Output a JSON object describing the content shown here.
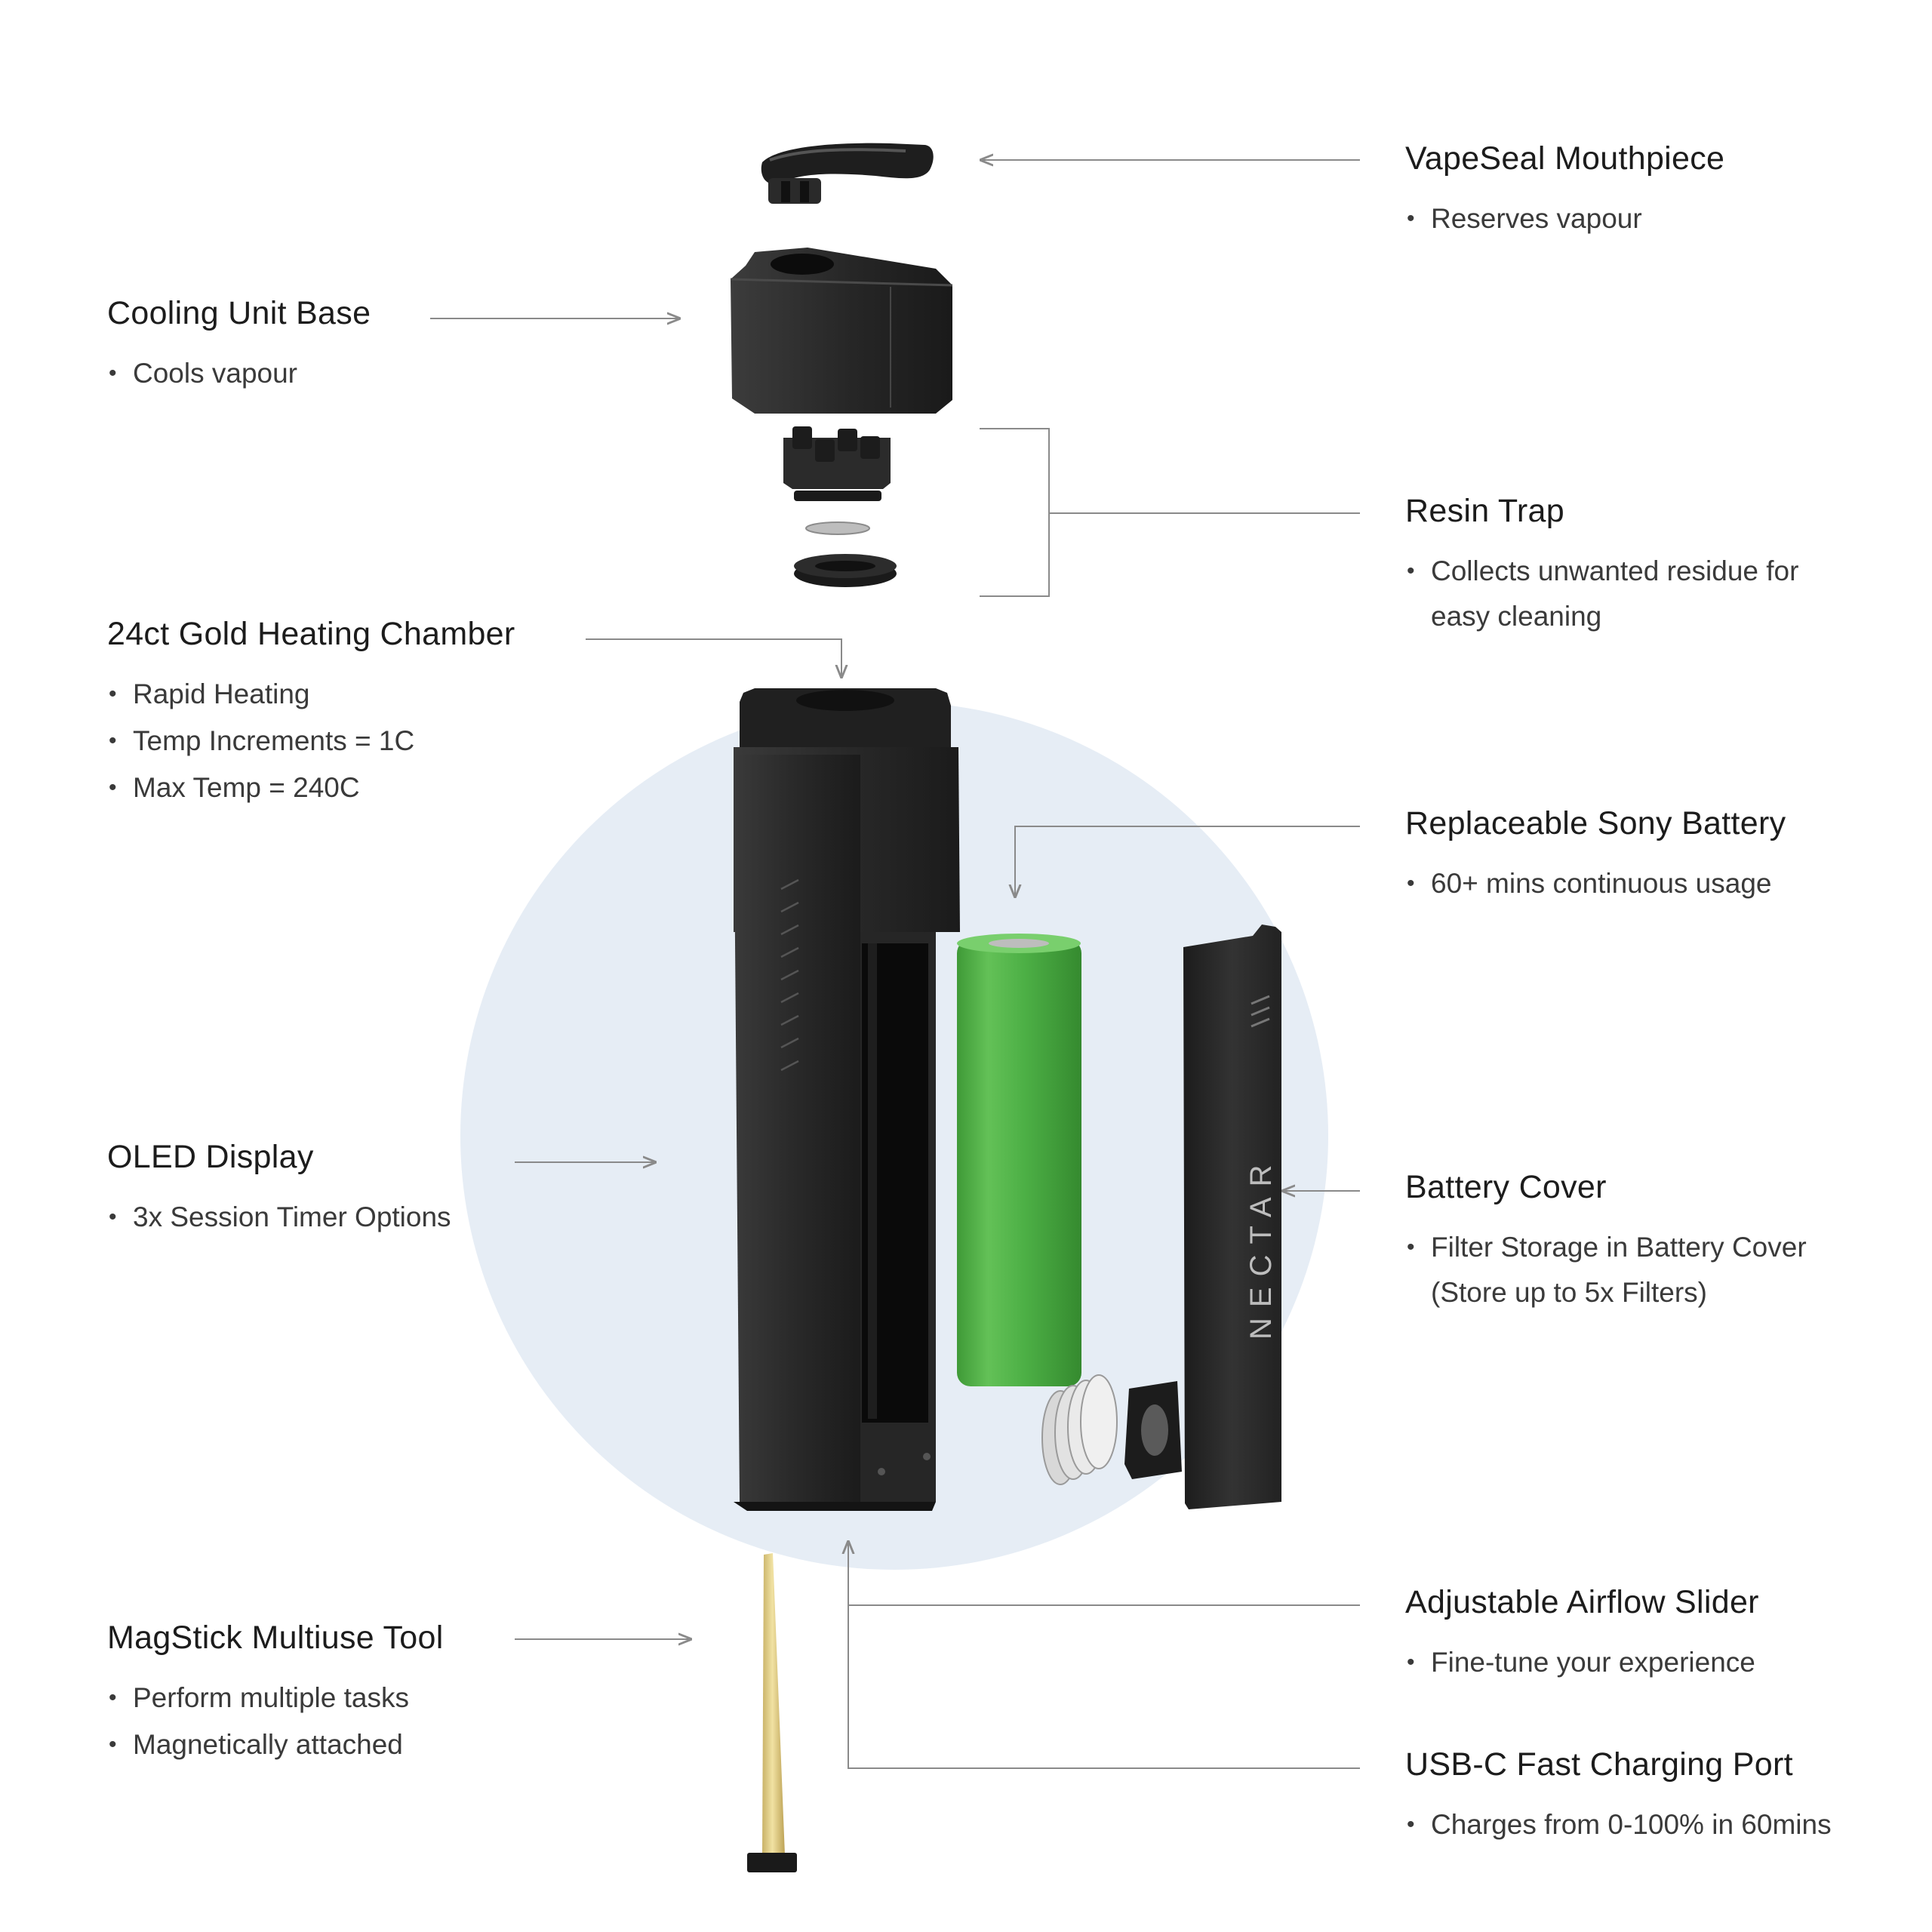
{
  "components": {
    "mouthpiece": {
      "title": "VapeSeal Mouthpiece",
      "bullets": [
        "Reserves vapour"
      ]
    },
    "cooling_unit": {
      "title": "Cooling Unit Base",
      "bullets": [
        "Cools vapour"
      ]
    },
    "resin_trap": {
      "title": "Resin Trap",
      "bullets": [
        "Collects unwanted residue for",
        "easy cleaning"
      ]
    },
    "heating_chamber": {
      "title": "24ct Gold Heating Chamber",
      "bullets": [
        "Rapid Heating",
        "Temp Increments = 1C",
        "Max Temp = 240C"
      ]
    },
    "battery": {
      "title": "Replaceable Sony Battery",
      "bullets": [
        "60+ mins continuous usage"
      ]
    },
    "oled": {
      "title": "OLED Display",
      "bullets": [
        "3x Session Timer Options"
      ]
    },
    "battery_cover": {
      "title": "Battery Cover",
      "bullets": [
        "Filter Storage in Battery Cover",
        "(Store up to 5x Filters)"
      ]
    },
    "airflow": {
      "title": "Adjustable Airflow Slider",
      "bullets": [
        "Fine-tune your experience"
      ]
    },
    "magstick": {
      "title": "MagStick Multiuse Tool",
      "bullets": [
        "Perform multiple tasks",
        "Magnetically attached"
      ]
    },
    "usbc": {
      "title": "USB-C Fast Charging Port",
      "bullets": [
        "Charges from 0-100% in 60mins"
      ]
    }
  },
  "brand": {
    "cover_logo": "NECTAR"
  },
  "colors": {
    "background_circle": "#e6edf5",
    "device_body": "#2b2b2b",
    "battery_green": "#4caf45",
    "gold_tool": "#e3d08a",
    "leader_line": "#8a8a8a"
  }
}
